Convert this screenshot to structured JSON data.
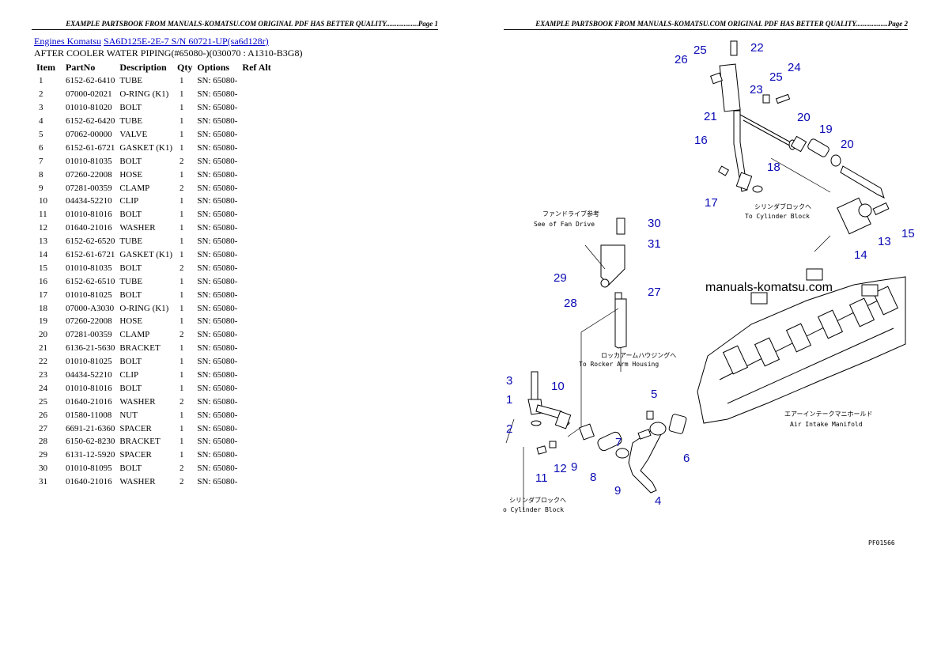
{
  "header": {
    "left": "EXAMPLE PARTSBOOK FROM MANUALS-KOMATSU.COM ORIGINAL PDF HAS BETTER QUALITY..................Page 1",
    "right": "EXAMPLE PARTSBOOK FROM MANUALS-KOMATSU.COM ORIGINAL PDF HAS BETTER QUALITY..................Page 2"
  },
  "breadcrumb": {
    "link1": "Engines Komatsu",
    "link2": "SA6D125E-2E-7 S/N 60721-UP(sa6d128r)"
  },
  "subtitle": "AFTER COOLER WATER PIPING(#65080-)(030070 : A1310-B3G8)",
  "table": {
    "headers": [
      "Item",
      "PartNo",
      "Description",
      "Qty",
      "Options",
      "Ref Alt"
    ],
    "rows": [
      [
        "1",
        "6152-62-6410",
        "TUBE",
        "1",
        "SN: 65080-"
      ],
      [
        "2",
        "07000-02021",
        "O-RING (K1)",
        "1",
        "SN: 65080-"
      ],
      [
        "3",
        "01010-81020",
        "BOLT",
        "1",
        "SN: 65080-"
      ],
      [
        "4",
        "6152-62-6420",
        "TUBE",
        "1",
        "SN: 65080-"
      ],
      [
        "5",
        "07062-00000",
        "VALVE",
        "1",
        "SN: 65080-"
      ],
      [
        "6",
        "6152-61-6721",
        "GASKET (K1)",
        "1",
        "SN: 65080-"
      ],
      [
        "7",
        "01010-81035",
        "BOLT",
        "2",
        "SN: 65080-"
      ],
      [
        "8",
        "07260-22008",
        "HOSE",
        "1",
        "SN: 65080-"
      ],
      [
        "9",
        "07281-00359",
        "CLAMP",
        "2",
        "SN: 65080-"
      ],
      [
        "10",
        "04434-52210",
        "CLIP",
        "1",
        "SN: 65080-"
      ],
      [
        "11",
        "01010-81016",
        "BOLT",
        "1",
        "SN: 65080-"
      ],
      [
        "12",
        "01640-21016",
        "WASHER",
        "1",
        "SN: 65080-"
      ],
      [
        "13",
        "6152-62-6520",
        "TUBE",
        "1",
        "SN: 65080-"
      ],
      [
        "14",
        "6152-61-6721",
        "GASKET (K1)",
        "1",
        "SN: 65080-"
      ],
      [
        "15",
        "01010-81035",
        "BOLT",
        "2",
        "SN: 65080-"
      ],
      [
        "16",
        "6152-62-6510",
        "TUBE",
        "1",
        "SN: 65080-"
      ],
      [
        "17",
        "01010-81025",
        "BOLT",
        "1",
        "SN: 65080-"
      ],
      [
        "18",
        "07000-A3030",
        "O-RING (K1)",
        "1",
        "SN: 65080-"
      ],
      [
        "19",
        "07260-22008",
        "HOSE",
        "1",
        "SN: 65080-"
      ],
      [
        "20",
        "07281-00359",
        "CLAMP",
        "2",
        "SN: 65080-"
      ],
      [
        "21",
        "6136-21-5630",
        "BRACKET",
        "1",
        "SN: 65080-"
      ],
      [
        "22",
        "01010-81025",
        "BOLT",
        "1",
        "SN: 65080-"
      ],
      [
        "23",
        "04434-52210",
        "CLIP",
        "1",
        "SN: 65080-"
      ],
      [
        "24",
        "01010-81016",
        "BOLT",
        "1",
        "SN: 65080-"
      ],
      [
        "25",
        "01640-21016",
        "WASHER",
        "2",
        "SN: 65080-"
      ],
      [
        "26",
        "01580-11008",
        "NUT",
        "1",
        "SN: 65080-"
      ],
      [
        "27",
        "6691-21-6360",
        "SPACER",
        "1",
        "SN: 65080-"
      ],
      [
        "28",
        "6150-62-8230",
        "BRACKET",
        "1",
        "SN: 65080-"
      ],
      [
        "29",
        "6131-12-5920",
        "SPACER",
        "1",
        "SN: 65080-"
      ],
      [
        "30",
        "01010-81095",
        "BOLT",
        "2",
        "SN: 65080-"
      ],
      [
        "31",
        "01640-21016",
        "WASHER",
        "2",
        "SN: 65080-"
      ]
    ]
  },
  "diagram": {
    "watermark": "manuals-komatsu.com",
    "notes": {
      "fan_drive_jp": "ファンドライブ参考",
      "fan_drive": "See of Fan Drive",
      "cyl_block_jp_top": "シリンダブロックへ",
      "cyl_block_top": "To Cylinder Block",
      "rocker_jp": "ロッカアームハウジングへ",
      "rocker": "To Rocker Arm Housing",
      "intake_jp": "エアーインテークマニホールド",
      "intake": "Air Intake Manifold",
      "cyl_block_jp_bottom": "シリンダブロックへ",
      "cyl_block_bottom": "o Cylinder Block",
      "code": "PF01566"
    },
    "callouts": [
      "1",
      "2",
      "3",
      "4",
      "5",
      "6",
      "7",
      "8",
      "9",
      "9",
      "10",
      "11",
      "12",
      "13",
      "14",
      "15",
      "16",
      "17",
      "18",
      "19",
      "20",
      "20",
      "21",
      "22",
      "23",
      "24",
      "25",
      "25",
      "26",
      "27",
      "28",
      "29",
      "30",
      "31"
    ]
  }
}
